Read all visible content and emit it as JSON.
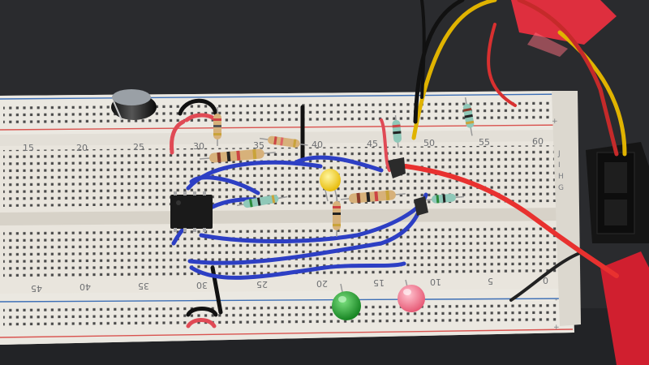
{
  "breadboard": {
    "top_numbers": [
      "15",
      "20",
      "25",
      "30",
      "35",
      "40",
      "45",
      "50",
      "55",
      "60"
    ],
    "bottom_numbers": [
      "45",
      "40",
      "35",
      "30",
      "25",
      "20",
      "15",
      "10",
      "5",
      "0"
    ],
    "side_letters": [
      "J",
      "I",
      "H",
      "G"
    ],
    "rail_signs": [
      "+",
      "+",
      "-"
    ]
  },
  "colors": {
    "background": "#2a2b2e",
    "board": "#e9e5dd",
    "rail_red": "#d9534f",
    "rail_blue": "#3d6fb6",
    "wire_blue": "#2d3fc4",
    "wire_yellow": "#f2c300",
    "wire_red": "#e8312f",
    "wire_black": "#141414",
    "led_yellow": "#f6d100",
    "led_green": "#1fa12a",
    "led_pink": "#f06a85"
  },
  "components": {
    "ic": "8-pin-dip-ic",
    "capacitor": "electrolytic-capacitor",
    "transistors": 2,
    "resistors": 9,
    "leds": [
      "yellow",
      "green",
      "pink"
    ]
  }
}
